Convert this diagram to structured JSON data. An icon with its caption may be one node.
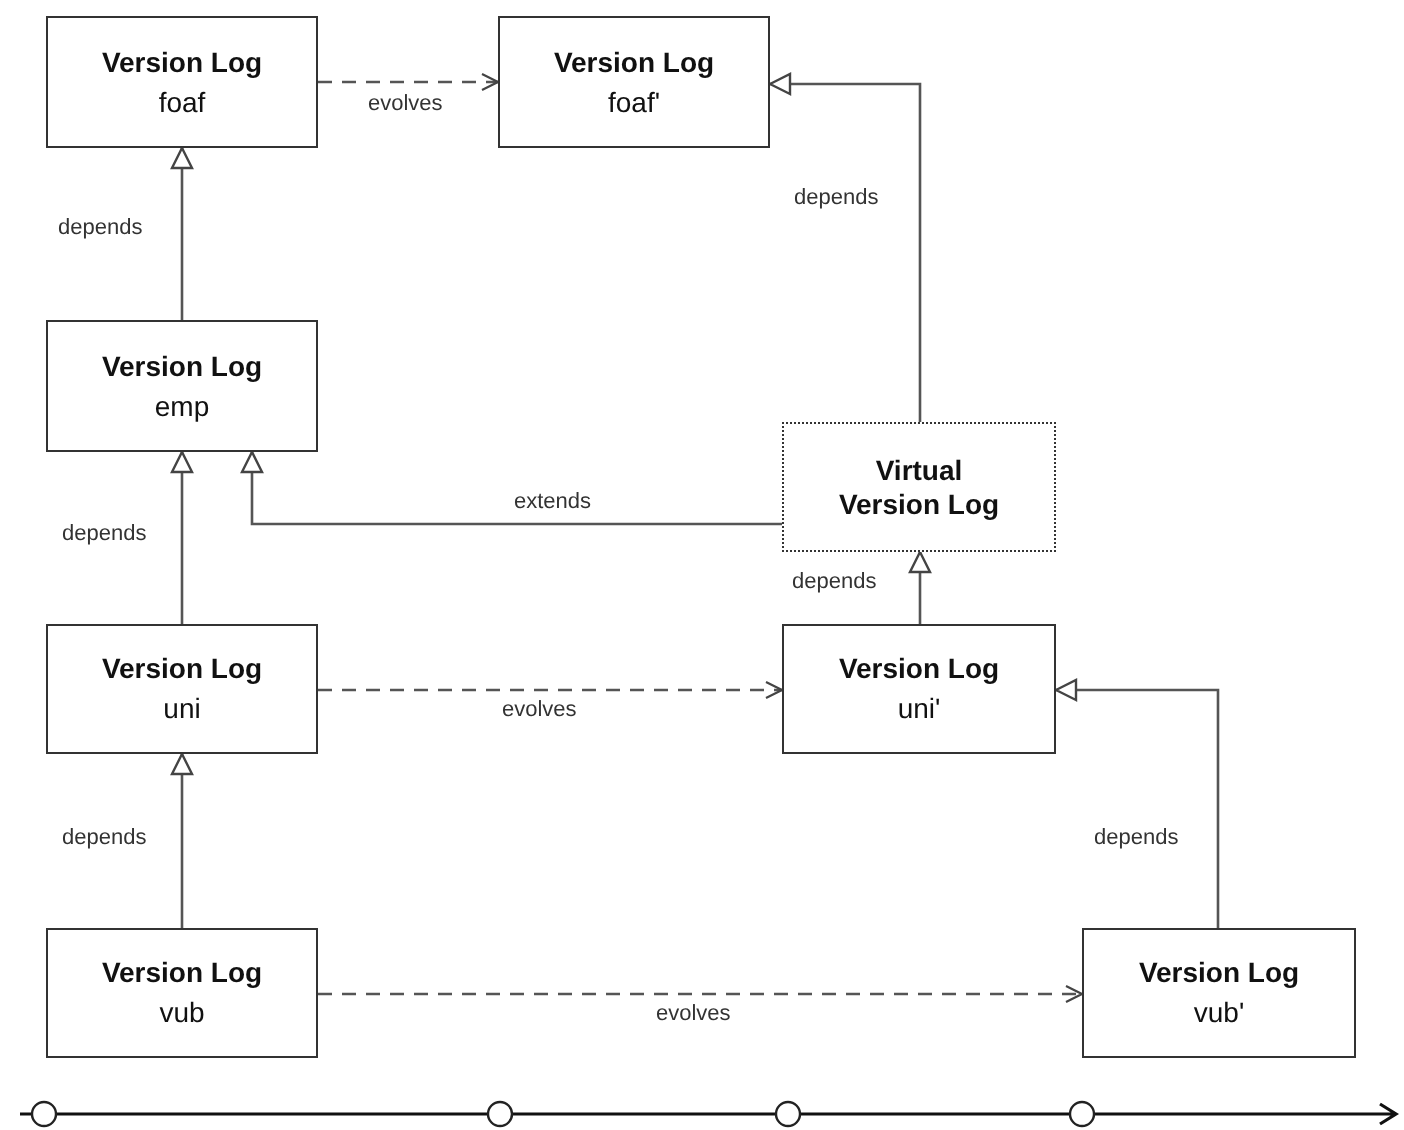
{
  "diagram": {
    "nodes": [
      {
        "text": [
          "Version Log",
          "foaf"
        ]
      },
      {
        "text": [
          "Version Log",
          "foaf'"
        ]
      },
      {
        "text": [
          "Version Log",
          "emp"
        ]
      },
      {
        "text": [
          "Virtual Version Log"
        ]
      },
      {
        "text": [
          "Version Log",
          "uni"
        ]
      },
      {
        "text": [
          "Version Log",
          "uni'"
        ]
      },
      {
        "text": [
          "Version Log",
          "vub"
        ]
      },
      {
        "text": [
          "Version Log",
          "vub'"
        ]
      }
    ],
    "edges": [
      {
        "from": 0,
        "to": 1,
        "arrow": "to",
        "label": "evolves",
        "style": "dashed"
      },
      {
        "from": 2,
        "to": 0,
        "arrow": "to",
        "label": "depends"
      },
      {
        "from": 3,
        "to": 1,
        "arrow": "to",
        "label": "depends"
      },
      {
        "from": 3,
        "to": 2,
        "arrow": "to",
        "label": "extends"
      },
      {
        "from": 4,
        "to": 2,
        "arrow": "to",
        "label": "depends"
      },
      {
        "from": 5,
        "to": 3,
        "arrow": "to",
        "label": "depends"
      },
      {
        "from": 4,
        "to": 5,
        "arrow": "to",
        "label": "evolves",
        "style": "dashed"
      },
      {
        "from": 6,
        "to": 4,
        "arrow": "to",
        "label": "depends"
      },
      {
        "from": 7,
        "to": 5,
        "arrow": "to",
        "label": "depends"
      },
      {
        "from": 6,
        "to": 7,
        "arrow": "to",
        "label": "evolves",
        "style": "dashed"
      }
    ]
  }
}
